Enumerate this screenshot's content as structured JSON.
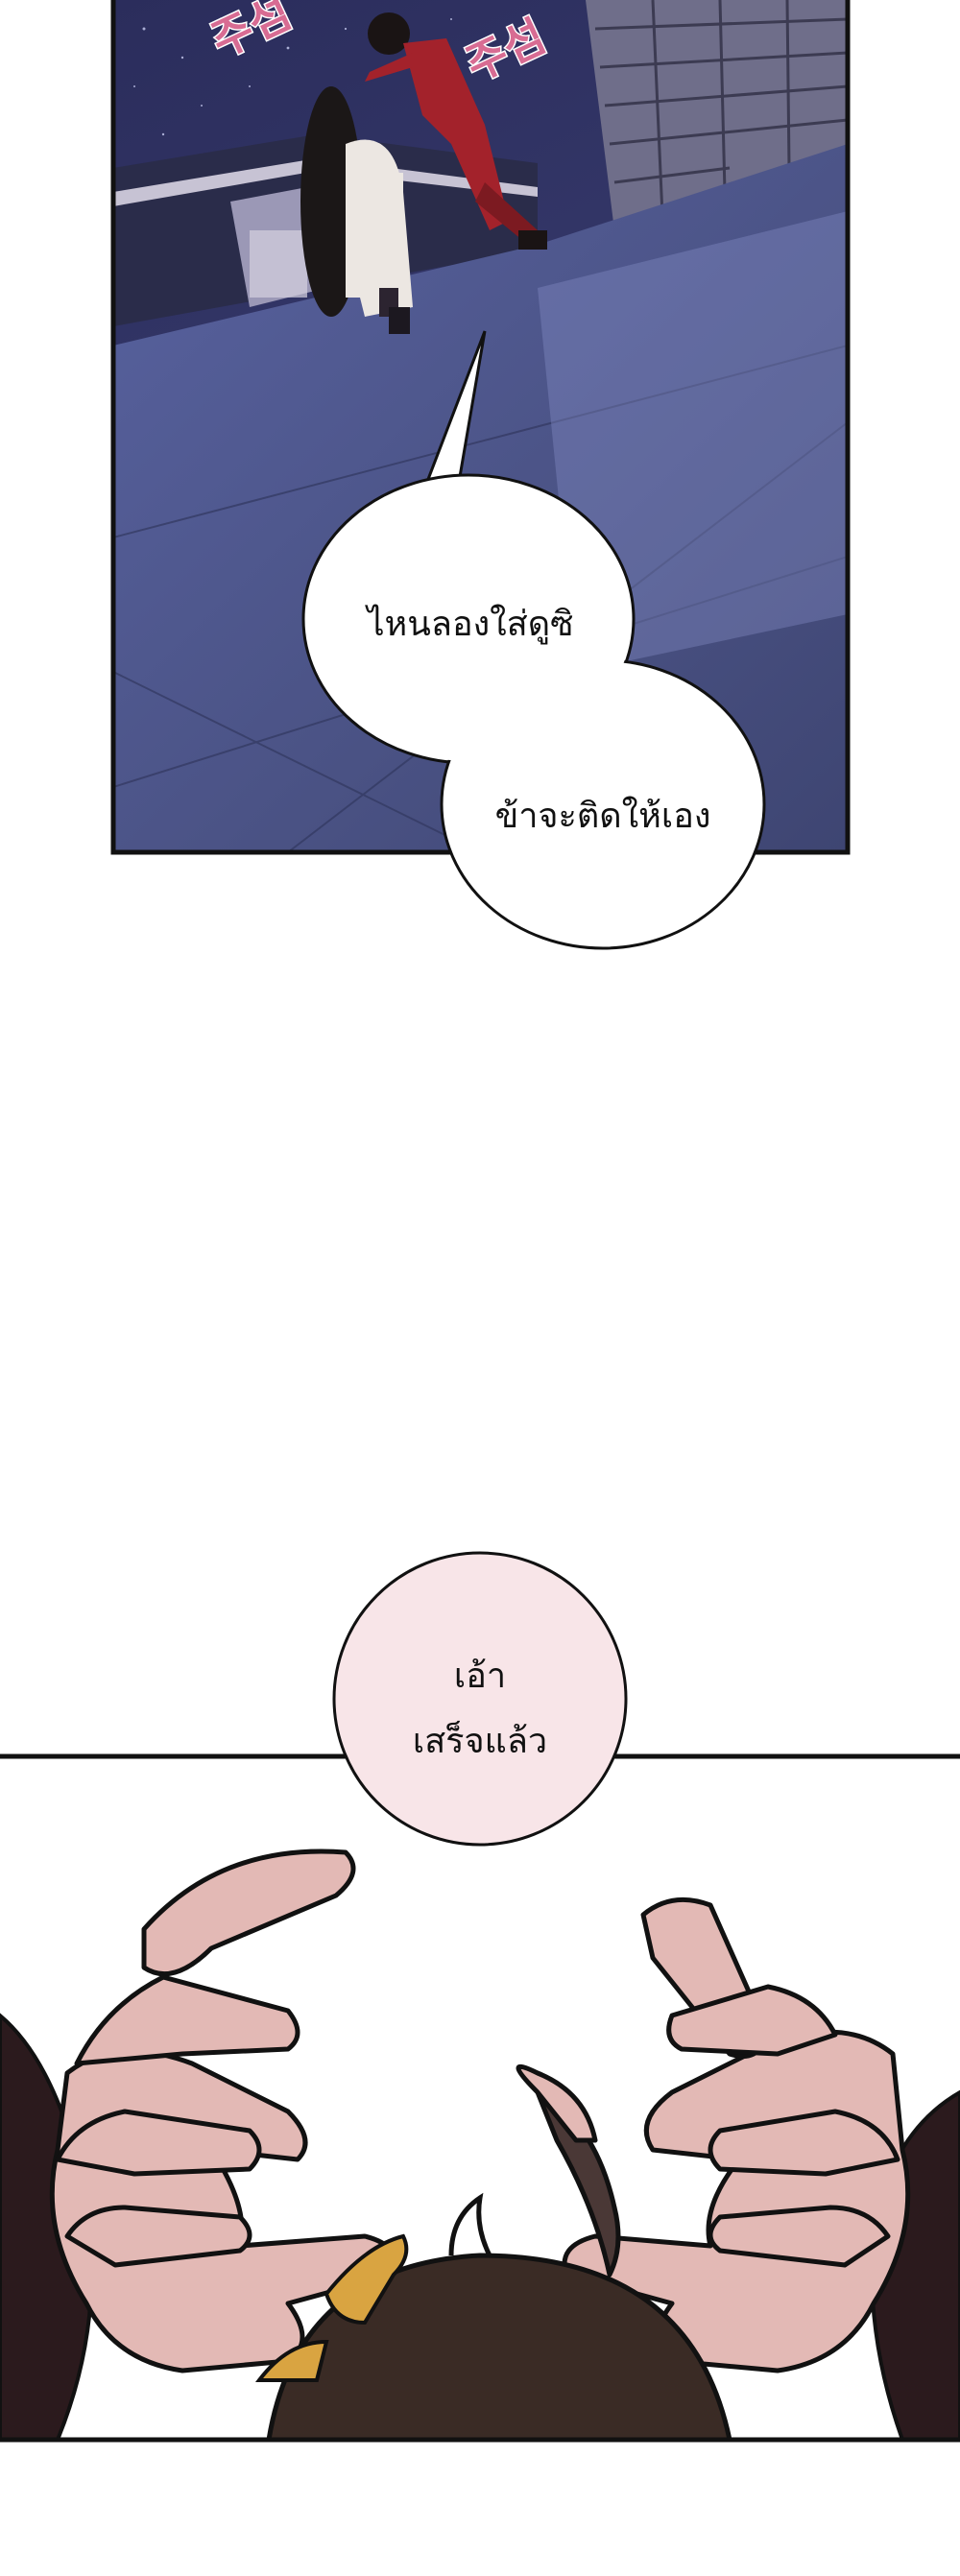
{
  "panel1": {
    "sfx_left": "주섬",
    "sfx_right": "주섬",
    "bubble_top_text": "ไหนลองใส่ดูซิ",
    "bubble_bottom_text": "ข้าจะติดให้เอง"
  },
  "panel2": {
    "bubble_line1": "เอ้า",
    "bubble_line2": "เสร็จแล้ว"
  },
  "colors": {
    "night_sky": "#2d2f5e",
    "floor": "#4d5688",
    "bubble_pink": "#f8e5e8",
    "skin": "#e3b9b5",
    "sleeve": "#2b1a1d",
    "hair": "#3a2b25",
    "red_robe": "#a3222b",
    "white_robe": "#ece7e2"
  }
}
